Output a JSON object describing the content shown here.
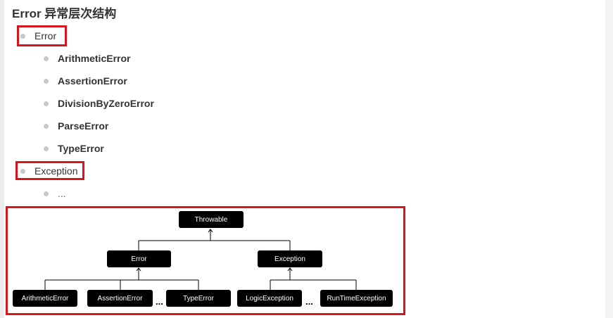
{
  "heading": "Error 异常层次结构",
  "list": {
    "error": {
      "label": "Error",
      "children": [
        "ArithmeticError",
        "AssertionError",
        "DivisionByZeroError",
        "ParseError",
        "TypeError"
      ]
    },
    "exception": {
      "label": "Exception",
      "children": [
        "..."
      ]
    }
  },
  "diagram": {
    "root": "Throwable",
    "error": "Error",
    "exception": "Exception",
    "error_children": [
      "ArithmeticError",
      "AssertionError",
      "TypeError"
    ],
    "exception_children": [
      "LogicException",
      "RunTimeException"
    ],
    "ellipsis": "..."
  },
  "colors": {
    "highlight": "#d9141b",
    "node_bg": "#000000",
    "bullet": "#c8c8c8"
  }
}
